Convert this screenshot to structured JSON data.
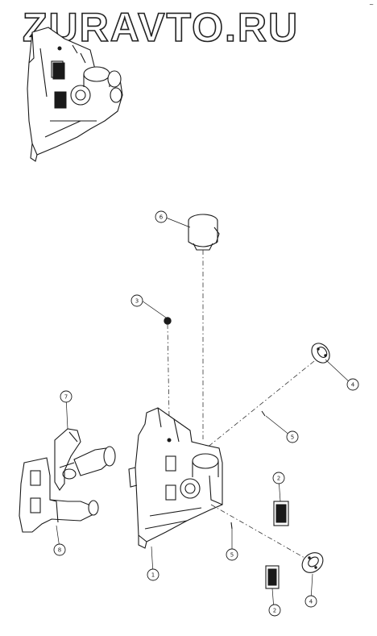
{
  "watermark": {
    "text": "ZURAVTO.RU"
  },
  "corner_mark": "~",
  "callouts": [
    {
      "id": "c6",
      "label": "6"
    },
    {
      "id": "c3",
      "label": "3"
    },
    {
      "id": "c4a",
      "label": "4"
    },
    {
      "id": "c5a",
      "label": "5"
    },
    {
      "id": "c7",
      "label": "7"
    },
    {
      "id": "c2a",
      "label": "2"
    },
    {
      "id": "c8",
      "label": "8"
    },
    {
      "id": "c1",
      "label": "1"
    },
    {
      "id": "c5b",
      "label": "5"
    },
    {
      "id": "c4b",
      "label": "4"
    },
    {
      "id": "c2b",
      "label": "2"
    }
  ]
}
